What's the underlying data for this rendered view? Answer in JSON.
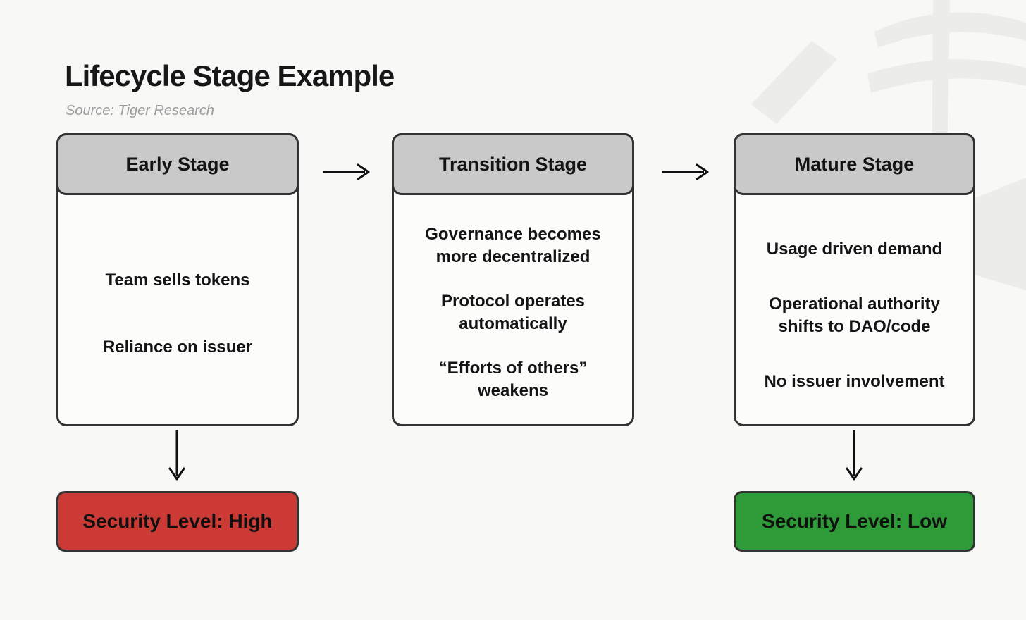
{
  "page": {
    "title": "Lifecycle Stage Example",
    "source": "Source: Tiger Research",
    "background": "#f8f8f6"
  },
  "stages": [
    {
      "header": "Early Stage",
      "items": [
        "Team sells tokens",
        "Reliance on issuer"
      ]
    },
    {
      "header": "Transition Stage",
      "items": [
        "Governance becomes more decentralized",
        "Protocol operates automatically",
        "“Efforts of others” weakens"
      ]
    },
    {
      "header": "Mature Stage",
      "items": [
        "Usage driven demand",
        "Operational authority shifts to DAO/code",
        "No issuer involvement"
      ]
    }
  ],
  "security_labels": [
    {
      "label": "Security Level: High",
      "color": "#cc3a35"
    },
    {
      "label": "Security Level: Low",
      "color": "#2f9a38"
    }
  ],
  "colors": {
    "stage_header_bg": "#c9c9c9",
    "stage_body_bg": "#fcfcfb",
    "box_border": "#333333",
    "arrow": "#111111",
    "watermark": "#ececea",
    "title_text": "#171717",
    "source_text": "#9b9b9b"
  },
  "icons": {
    "watermark": "tiger-logo-watermark",
    "arrows": [
      "right-arrow",
      "right-arrow",
      "down-arrow",
      "down-arrow"
    ]
  }
}
